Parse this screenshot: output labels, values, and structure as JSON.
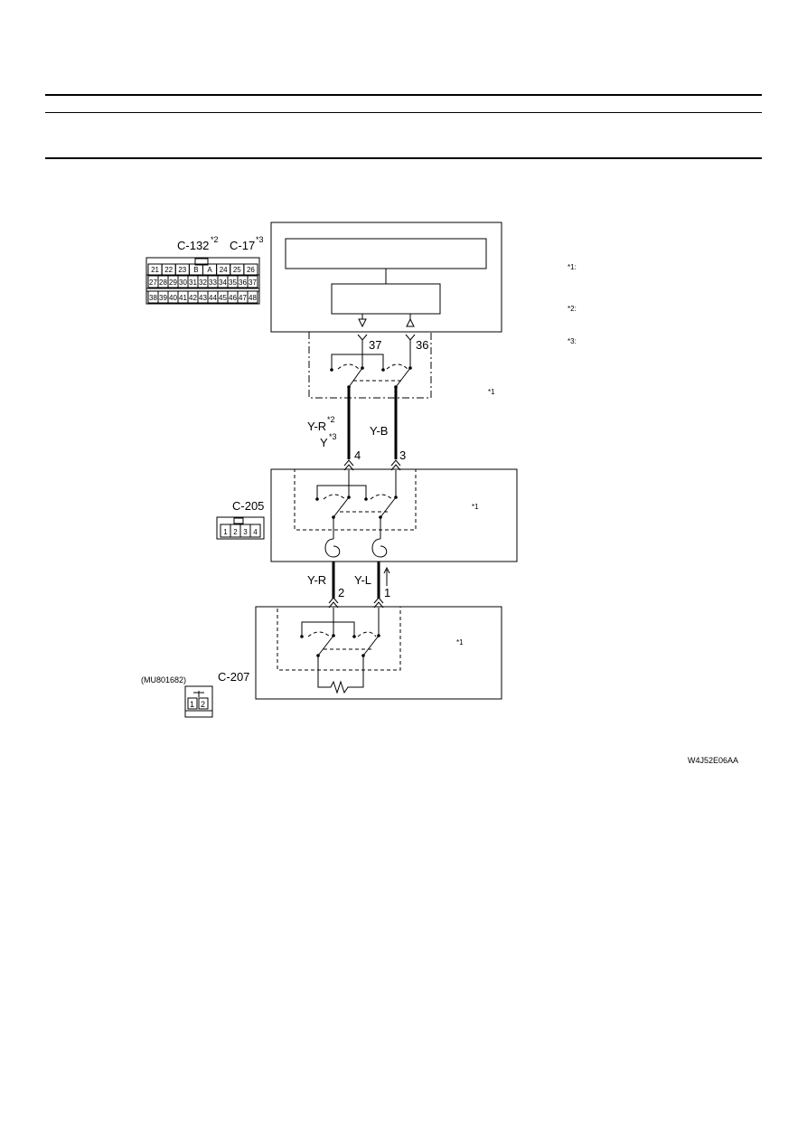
{
  "diagram": {
    "top_connector": {
      "name": "C-132",
      "note": "*2",
      "alt_name": "C-17",
      "alt_note": "*3"
    },
    "connector_pins": {
      "row1": [
        "21",
        "22",
        "23",
        "B",
        "A",
        "24",
        "25",
        "26"
      ],
      "row2": [
        "27",
        "28",
        "29",
        "30",
        "31",
        "32",
        "33",
        "34",
        "35",
        "36",
        "37"
      ],
      "row3": [
        "38",
        "39",
        "40",
        "41",
        "42",
        "43",
        "44",
        "45",
        "46",
        "47",
        "48"
      ]
    },
    "pins": {
      "left": "37",
      "right": "36"
    },
    "wires_upper": {
      "left": "Y-R",
      "left_note": "*2",
      "left_alt": "Y",
      "left_alt_note": "*3",
      "right": "Y-B"
    },
    "mid_pins": {
      "left": "4",
      "right": "3"
    },
    "c205": {
      "name": "C-205",
      "pins": [
        "1",
        "2",
        "3",
        "4"
      ]
    },
    "wires_lower": {
      "left": "Y-R",
      "right": "Y-L"
    },
    "lower_pins": {
      "left": "2",
      "right": "1"
    },
    "c207": {
      "name": "C-207",
      "part": "(MU801682)",
      "pins": [
        "1",
        "2"
      ]
    },
    "notes": {
      "n1": "*1",
      "n2": "*2",
      "n3": "*3",
      "n1_colon": "*1:",
      "n2_colon": "*2:",
      "n3_colon": "*3:"
    },
    "code": "W4J52E06AA"
  }
}
